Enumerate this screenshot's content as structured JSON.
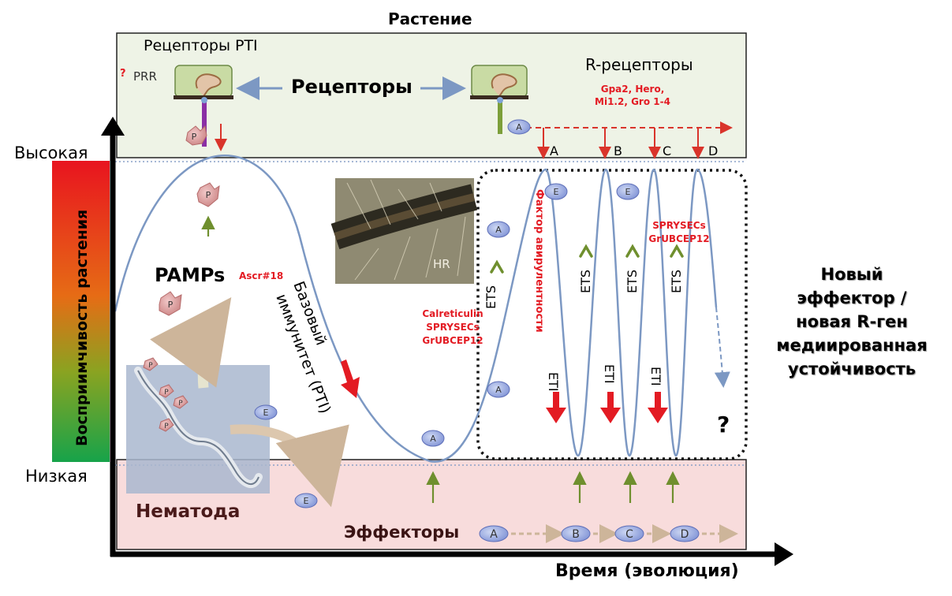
{
  "header": {
    "plant": "Растение"
  },
  "top_panel": {
    "pti_receptors": "Рецепторы PTI",
    "prr_q": "?",
    "prr": "PRR",
    "receptors": "Рецепторы",
    "r_receptors": "R-рецепторы",
    "r_genes": [
      "Gpa2, Hero,",
      "Mi1.2, Gro 1-4"
    ],
    "stages": [
      "A",
      "B",
      "C",
      "D"
    ]
  },
  "axis": {
    "y_label": "Восприимчивость растения",
    "high": "Высокая",
    "low": "Низкая",
    "x_label": "Время (эволюция)"
  },
  "labels": {
    "pamps": "PAMPs",
    "ascr": "Ascr#18",
    "basal": [
      "Базовый",
      "иммунитет (PTI)"
    ],
    "hr": "HR",
    "calreticulin": [
      "Calreticulin",
      "SPRYSECs",
      "GrUBCEP12"
    ],
    "avr_factor": "Фактор авирулентности",
    "spry2": [
      "SPRYSECs",
      "GrUBCEP12"
    ],
    "ets": "ETS",
    "eti": "ETI",
    "question": "?",
    "p": "P",
    "a": "A",
    "e": "E"
  },
  "bottom_panel": {
    "nematode": "Нематода",
    "effectors": "Эффекторы",
    "chain": [
      "A",
      "B",
      "C",
      "D"
    ]
  },
  "right_note": [
    "Новый",
    "эффектор /",
    "новая R-ген",
    "медиированная",
    "устойчивость"
  ],
  "colors": {
    "top_panel_bg": "#eef3e6",
    "bottom_panel_bg": "#f8dcdc",
    "curve": "#7c98c3",
    "red_arrow": "#e31b23",
    "green_arrow": "#6f8f2e",
    "gradient_top": "#e8141f",
    "gradient_bottom": "#17a34a"
  }
}
